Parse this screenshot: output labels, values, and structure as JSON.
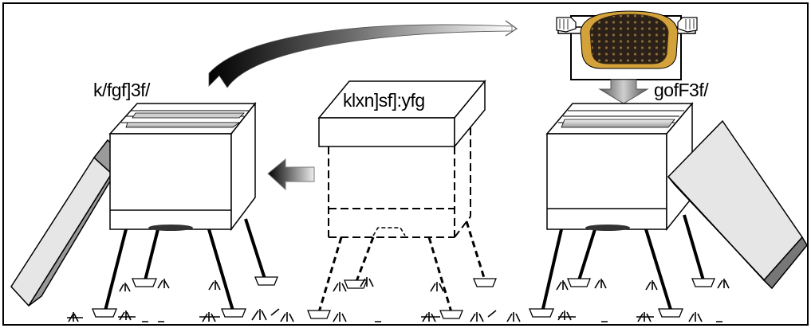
{
  "labels": {
    "left_hive": "k/fgf]3f/",
    "middle_hive": "klxn]sf]:yfg",
    "right_hive": "gofF3f/"
  },
  "colors": {
    "frame_border": "#000000",
    "hive_fill": "#ffffff",
    "lid_side": "#9a9a9a",
    "lid_face": "#e6e6e6",
    "honeycomb_gold": "#d4a23a",
    "comb_cells": "#2b2118",
    "grass": "#000000"
  },
  "icons": [
    "curved-arrow-icon",
    "left-arrow-icon",
    "down-arrow-icon",
    "honeycomb-frame-icon",
    "hand-icon"
  ]
}
